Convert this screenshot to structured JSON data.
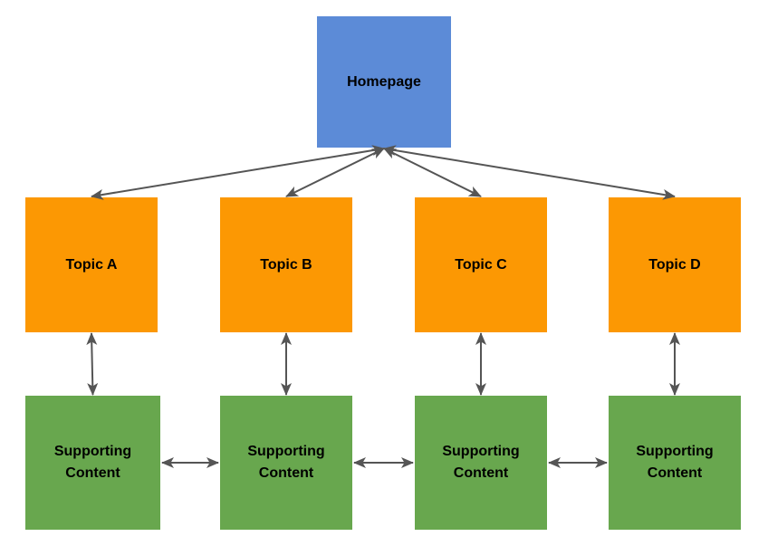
{
  "diagram": {
    "colors": {
      "homepage_fill": "#5c8bd7",
      "topic_fill": "#fc9803",
      "supporting_fill": "#68a74e",
      "arrow": "#555555",
      "label_text": "#000000",
      "background": "#ffffff"
    },
    "nodes": {
      "homepage": {
        "label": "Homepage"
      },
      "topics": [
        {
          "label": "Topic A"
        },
        {
          "label": "Topic B"
        },
        {
          "label": "Topic C"
        },
        {
          "label": "Topic D"
        }
      ],
      "supporting": [
        {
          "label": "Supporting Content"
        },
        {
          "label": "Supporting Content"
        },
        {
          "label": "Supporting Content"
        },
        {
          "label": "Supporting Content"
        }
      ]
    },
    "edges": [
      {
        "from": "homepage",
        "fromSide": "bottom",
        "to": "topicA",
        "toSide": "top",
        "direction": "bidirectional"
      },
      {
        "from": "homepage",
        "fromSide": "bottom",
        "to": "topicB",
        "toSide": "top",
        "direction": "bidirectional"
      },
      {
        "from": "homepage",
        "fromSide": "bottom",
        "to": "topicC",
        "toSide": "top",
        "direction": "bidirectional"
      },
      {
        "from": "homepage",
        "fromSide": "bottom",
        "to": "topicD",
        "toSide": "top",
        "direction": "bidirectional"
      },
      {
        "from": "topicA",
        "fromSide": "bottom",
        "to": "supportA",
        "toSide": "top",
        "direction": "bidirectional"
      },
      {
        "from": "topicB",
        "fromSide": "bottom",
        "to": "supportB",
        "toSide": "top",
        "direction": "bidirectional"
      },
      {
        "from": "topicC",
        "fromSide": "bottom",
        "to": "supportC",
        "toSide": "top",
        "direction": "bidirectional"
      },
      {
        "from": "topicD",
        "fromSide": "bottom",
        "to": "supportD",
        "toSide": "top",
        "direction": "bidirectional"
      },
      {
        "from": "supportA",
        "fromSide": "right",
        "to": "supportB",
        "toSide": "left",
        "direction": "bidirectional"
      },
      {
        "from": "supportB",
        "fromSide": "right",
        "to": "supportC",
        "toSide": "left",
        "direction": "bidirectional"
      },
      {
        "from": "supportC",
        "fromSide": "right",
        "to": "supportD",
        "toSide": "left",
        "direction": "bidirectional"
      }
    ]
  }
}
